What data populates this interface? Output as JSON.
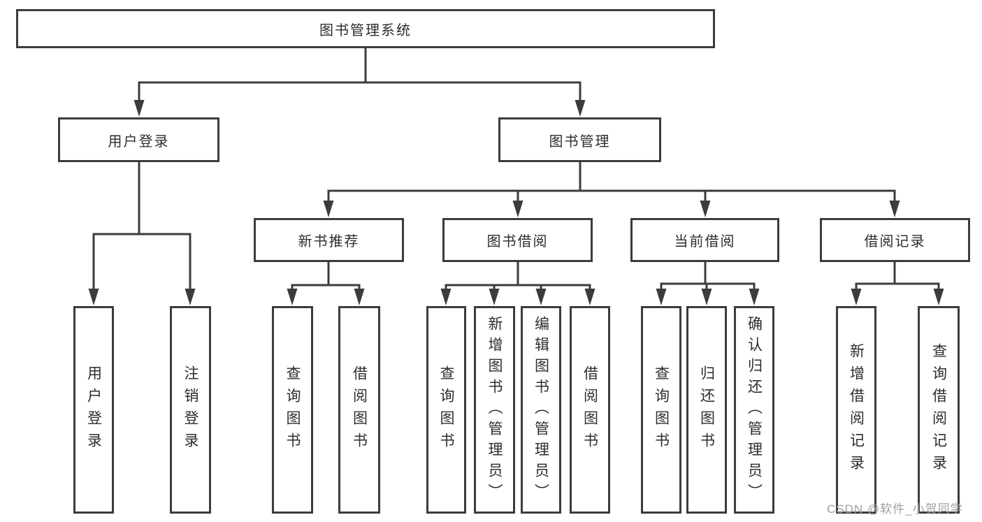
{
  "diagram": {
    "title_box": {
      "label": "图书管理系统"
    },
    "level2": [
      {
        "id": "user-login",
        "label": "用户登录"
      },
      {
        "id": "book-management",
        "label": "图书管理"
      }
    ],
    "level3": [
      {
        "id": "new-book-recommend",
        "label": "新书推荐"
      },
      {
        "id": "book-borrowing",
        "label": "图书借阅"
      },
      {
        "id": "current-borrowing",
        "label": "当前借阅"
      },
      {
        "id": "borrowing-records",
        "label": "借阅记录"
      }
    ],
    "leaves": {
      "user_login": [
        {
          "label": "用户登录"
        },
        {
          "label": "注销登录"
        }
      ],
      "new_book_recommend": [
        {
          "label": "查询图书"
        },
        {
          "label": "借阅图书"
        }
      ],
      "book_borrowing": [
        {
          "label": "查询图书"
        },
        {
          "label": "新增图书（管理员）"
        },
        {
          "label": "编辑图书（管理员）"
        },
        {
          "label": "借阅图书"
        }
      ],
      "current_borrowing": [
        {
          "label": "查询图书"
        },
        {
          "label": "归还图书"
        },
        {
          "label": "确认归还（管理员）"
        }
      ],
      "borrowing_records": [
        {
          "label": "新增借阅记录"
        },
        {
          "label": "查询借阅记录"
        }
      ]
    },
    "colors": {
      "line": "#3c3c3c",
      "text": "#2d2d2d",
      "box_background": "#ffffff"
    }
  },
  "watermark": {
    "text": "CSDN @软件_小贺同学",
    "color": "#9fa0a4"
  }
}
